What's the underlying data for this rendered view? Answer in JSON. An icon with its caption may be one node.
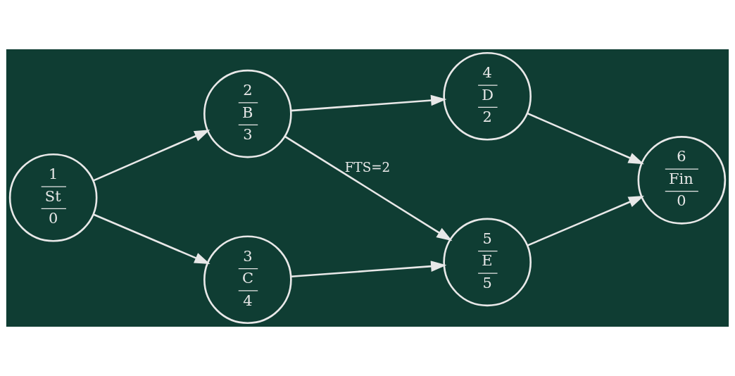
{
  "diagram": {
    "nodes": [
      {
        "text": [
          "1",
          "St",
          "0"
        ]
      },
      {
        "text": [
          "2",
          "B",
          "3"
        ]
      },
      {
        "text": [
          "3",
          "C",
          "4"
        ]
      },
      {
        "text": [
          "4",
          "D",
          "2"
        ]
      },
      {
        "text": [
          "5",
          "E",
          "5"
        ]
      },
      {
        "text": [
          "6",
          "Fin",
          "0"
        ]
      }
    ],
    "edges": [
      {
        "from": 0,
        "to": 1,
        "arrow": "to"
      },
      {
        "from": 0,
        "to": 2,
        "arrow": "to"
      },
      {
        "from": 1,
        "to": 3,
        "arrow": "to"
      },
      {
        "from": 1,
        "to": 4,
        "arrow": "to",
        "label": "FTS=2"
      },
      {
        "from": 2,
        "to": 4,
        "arrow": "to"
      },
      {
        "from": 3,
        "to": 5,
        "arrow": "to"
      },
      {
        "from": 4,
        "to": 5,
        "arrow": "to"
      }
    ]
  }
}
